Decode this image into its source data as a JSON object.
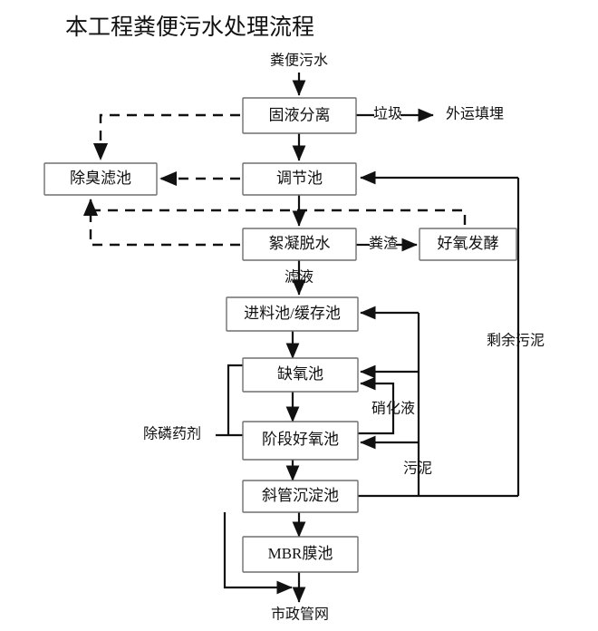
{
  "title": "本工程粪便污水处理流程",
  "nodes": {
    "inlet": "粪便污水",
    "solid_liquid_sep": "固液分离",
    "deodor_filter": "除臭滤池",
    "regulating_tank": "调节池",
    "floc_dewater": "絮凝脱水",
    "aerobic_ferment": "好氧发酵",
    "feed_buffer_tank": "进料池/缓存池",
    "anoxic_tank": "缺氧池",
    "stage_aerobic_tank": "阶段好氧池",
    "inclined_tube_settler": "斜管沉淀池",
    "mbr_tank": "MBR膜池",
    "outlet": "市政管网"
  },
  "edge_labels": {
    "garbage": "垃圾",
    "landfill": "外运填埋",
    "dung_residue": "粪渣",
    "filtrate": "滤液",
    "excess_sludge": "剩余污泥",
    "nitrifying_liquid": "硝化液",
    "sludge": "污泥",
    "dephosphorization_agent": "除磷药剂"
  },
  "colors": {
    "line": "#111111",
    "box_stroke": "#6f6f6f",
    "box_fill": "#ffffff",
    "background": "#ffffff"
  }
}
